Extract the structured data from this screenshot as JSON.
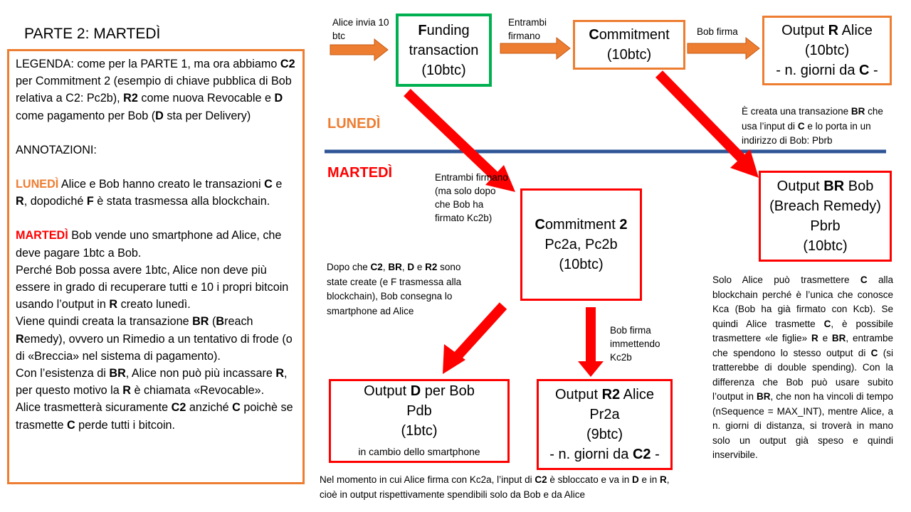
{
  "title": "PARTE 2: MARTEDÌ",
  "legend": {
    "p1": [
      {
        "t": "LEGENDA: come per la PARTE 1, ma ora abbiamo "
      },
      {
        "t": "C2",
        "b": true
      },
      {
        "t": " per Commitment 2 (esempio di chiave pubblica di Bob relativa a C2: Pc2b), "
      },
      {
        "t": "R2",
        "b": true
      },
      {
        "t": " come nuova Revocable e "
      },
      {
        "t": "D",
        "b": true
      },
      {
        "t": " come pagamento per Bob ("
      },
      {
        "t": "D",
        "b": true
      },
      {
        "t": " sta per Delivery)"
      }
    ],
    "p2": [
      {
        "t": "ANNOTAZIONI:"
      }
    ],
    "p3": [
      {
        "t": "LUNEDÌ",
        "c": "orange"
      },
      {
        "t": "  Alice e Bob hanno creato le transazioni "
      },
      {
        "t": "C",
        "b": true
      },
      {
        "t": " e "
      },
      {
        "t": "R",
        "b": true
      },
      {
        "t": ", dopodiché "
      },
      {
        "t": "F",
        "b": true
      },
      {
        "t": " è stata trasmessa alla blockchain."
      }
    ],
    "p4": [
      {
        "t": "MARTEDÌ",
        "c": "red"
      },
      {
        "t": " Bob vende uno smartphone ad Alice, che deve pagare 1btc a Bob."
      },
      {
        "br": true
      },
      {
        "t": "Perché Bob possa avere 1btc, Alice non deve più essere in grado di recuperare tutti e 10 i propri bitcoin usando l’output in "
      },
      {
        "t": "R",
        "b": true
      },
      {
        "t": " creato lunedì."
      },
      {
        "br": true
      },
      {
        "t": "Viene quindi creata la transazione "
      },
      {
        "t": "BR",
        "b": true
      },
      {
        "t": " ("
      },
      {
        "t": "B",
        "b": true
      },
      {
        "t": "reach "
      },
      {
        "t": "R",
        "b": true
      },
      {
        "t": "emedy), ovvero un Rimedio a un tentativo di frode (o di «Breccia» nel sistema di pagamento)."
      },
      {
        "br": true
      },
      {
        "t": "Con l’esistenza di "
      },
      {
        "t": "BR",
        "b": true
      },
      {
        "t": ", Alice non può più incassare "
      },
      {
        "t": "R",
        "b": true
      },
      {
        "t": ", per questo motivo la "
      },
      {
        "t": "R",
        "b": true
      },
      {
        "t": " è chiamata «Revocable»."
      },
      {
        "br": true
      },
      {
        "t": "Alice trasmetterà sicuramente "
      },
      {
        "t": "C2",
        "b": true
      },
      {
        "t": " anziché "
      },
      {
        "t": "C",
        "b": true
      },
      {
        "t": " poichè se trasmette "
      },
      {
        "t": "C",
        "b": true
      },
      {
        "t": " perde tutti i bitcoin."
      }
    ]
  },
  "labels": {
    "alice_invia": "Alice invia 10 btc",
    "entrambi_firmano_top": "Entrambi firmano",
    "bob_firma": "Bob firma",
    "lunedi": "LUNEDÌ",
    "martedi": "MARTEDÌ",
    "entrambi_firmano_mid": "Entrambi firmano (ma solo dopo che Bob ha firmato Kc2b)",
    "bob_firma_kc2b": "Bob firma immettendo Kc2b"
  },
  "boxes": {
    "funding": [
      {
        "t": "F",
        "b": true
      },
      {
        "t": "unding transaction"
      },
      {
        "br": true
      },
      {
        "t": "(10btc)"
      }
    ],
    "commitment": [
      {
        "t": "C",
        "b": true
      },
      {
        "t": "ommitment"
      },
      {
        "br": true
      },
      {
        "t": "(10btc)"
      }
    ],
    "output_r": [
      {
        "t": "Output "
      },
      {
        "t": "R",
        "b": true
      },
      {
        "t": " Alice"
      },
      {
        "br": true
      },
      {
        "t": "(10btc)"
      },
      {
        "br": true
      },
      {
        "t": "- n. giorni da "
      },
      {
        "t": "C",
        "b": true
      },
      {
        "t": " -"
      }
    ],
    "output_br": [
      {
        "t": "Output "
      },
      {
        "t": "BR",
        "b": true
      },
      {
        "t": " Bob"
      },
      {
        "br": true
      },
      {
        "t": "(Breach Remedy)"
      },
      {
        "br": true
      },
      {
        "t": "Pbrb"
      },
      {
        "br": true
      },
      {
        "t": "(10btc)"
      }
    ],
    "commitment2": [
      {
        "t": "C",
        "b": true
      },
      {
        "t": "ommitment "
      },
      {
        "t": "2",
        "b": true
      },
      {
        "br": true
      },
      {
        "t": "Pc2a, Pc2b"
      },
      {
        "br": true
      },
      {
        "t": "(10btc)"
      }
    ],
    "output_d": [
      {
        "t": "Output "
      },
      {
        "t": "D",
        "b": true
      },
      {
        "t": " per Bob"
      },
      {
        "br": true
      },
      {
        "t": "Pdb"
      },
      {
        "br": true
      },
      {
        "t": "(1btc)"
      },
      {
        "br": true
      },
      {
        "t": "in cambio dello smartphone",
        "s": true
      }
    ],
    "output_r2": [
      {
        "t": "Output "
      },
      {
        "t": "R2",
        "b": true
      },
      {
        "t": " Alice"
      },
      {
        "br": true
      },
      {
        "t": "Pr2a"
      },
      {
        "br": true
      },
      {
        "t": "(9btc)"
      },
      {
        "br": true
      },
      {
        "t": "- n. giorni da "
      },
      {
        "t": "C2",
        "b": true
      },
      {
        "t": " -"
      }
    ]
  },
  "notes": {
    "br_created": [
      {
        "t": "È creata una transazione "
      },
      {
        "t": "BR",
        "b": true
      },
      {
        "t": " che usa l’input di "
      },
      {
        "t": "C",
        "b": true
      },
      {
        "t": " e lo porta in un indirizzo di Bob: Pbrb"
      }
    ],
    "dopo_che": [
      {
        "t": "Dopo che "
      },
      {
        "t": "C2",
        "b": true
      },
      {
        "t": ", "
      },
      {
        "t": "BR",
        "b": true
      },
      {
        "t": ", "
      },
      {
        "t": "D",
        "b": true
      },
      {
        "t": " e "
      },
      {
        "t": "R2",
        "b": true
      },
      {
        "t": " sono state create (e F trasmessa alla blockchain), Bob consegna lo smartphone ad Alice"
      }
    ],
    "solo_alice": [
      {
        "t": "Solo Alice può trasmettere "
      },
      {
        "t": "C",
        "b": true
      },
      {
        "t": " alla blockchain perché è l’unica che conosce Kca (Bob ha già firmato con Kcb). Se quindi Alice trasmette "
      },
      {
        "t": "C",
        "b": true
      },
      {
        "t": ", è possibile trasmettere «le figlie» "
      },
      {
        "t": "R",
        "b": true
      },
      {
        "t": " e "
      },
      {
        "t": "BR",
        "b": true
      },
      {
        "t": ", entrambe che spendono lo stesso output di "
      },
      {
        "t": "C",
        "b": true
      },
      {
        "t": " (si tratterebbe di double spending). Con la differenza che Bob può usare subito l’output in "
      },
      {
        "t": "BR",
        "b": true
      },
      {
        "t": ", che non ha vincoli di tempo (nSequence = MAX_INT), mentre Alice, a n. giorni di distanza, si troverà in mano solo un output già speso e quindi inservibile."
      }
    ],
    "nel_momento": [
      {
        "t": "Nel momento in cui Alice firma con Kc2a, l’input di "
      },
      {
        "t": "C2",
        "b": true
      },
      {
        "t": " è sbloccato e va in "
      },
      {
        "t": "D",
        "b": true
      },
      {
        "t": " e in "
      },
      {
        "t": "R",
        "b": true
      },
      {
        "t": ", cioè in output rispettivamente spendibili solo da Bob e da Alice"
      }
    ]
  },
  "colors": {
    "orange": "#ED7D31",
    "red": "#FF0000",
    "green": "#00B050",
    "blue": "#2F5597"
  }
}
